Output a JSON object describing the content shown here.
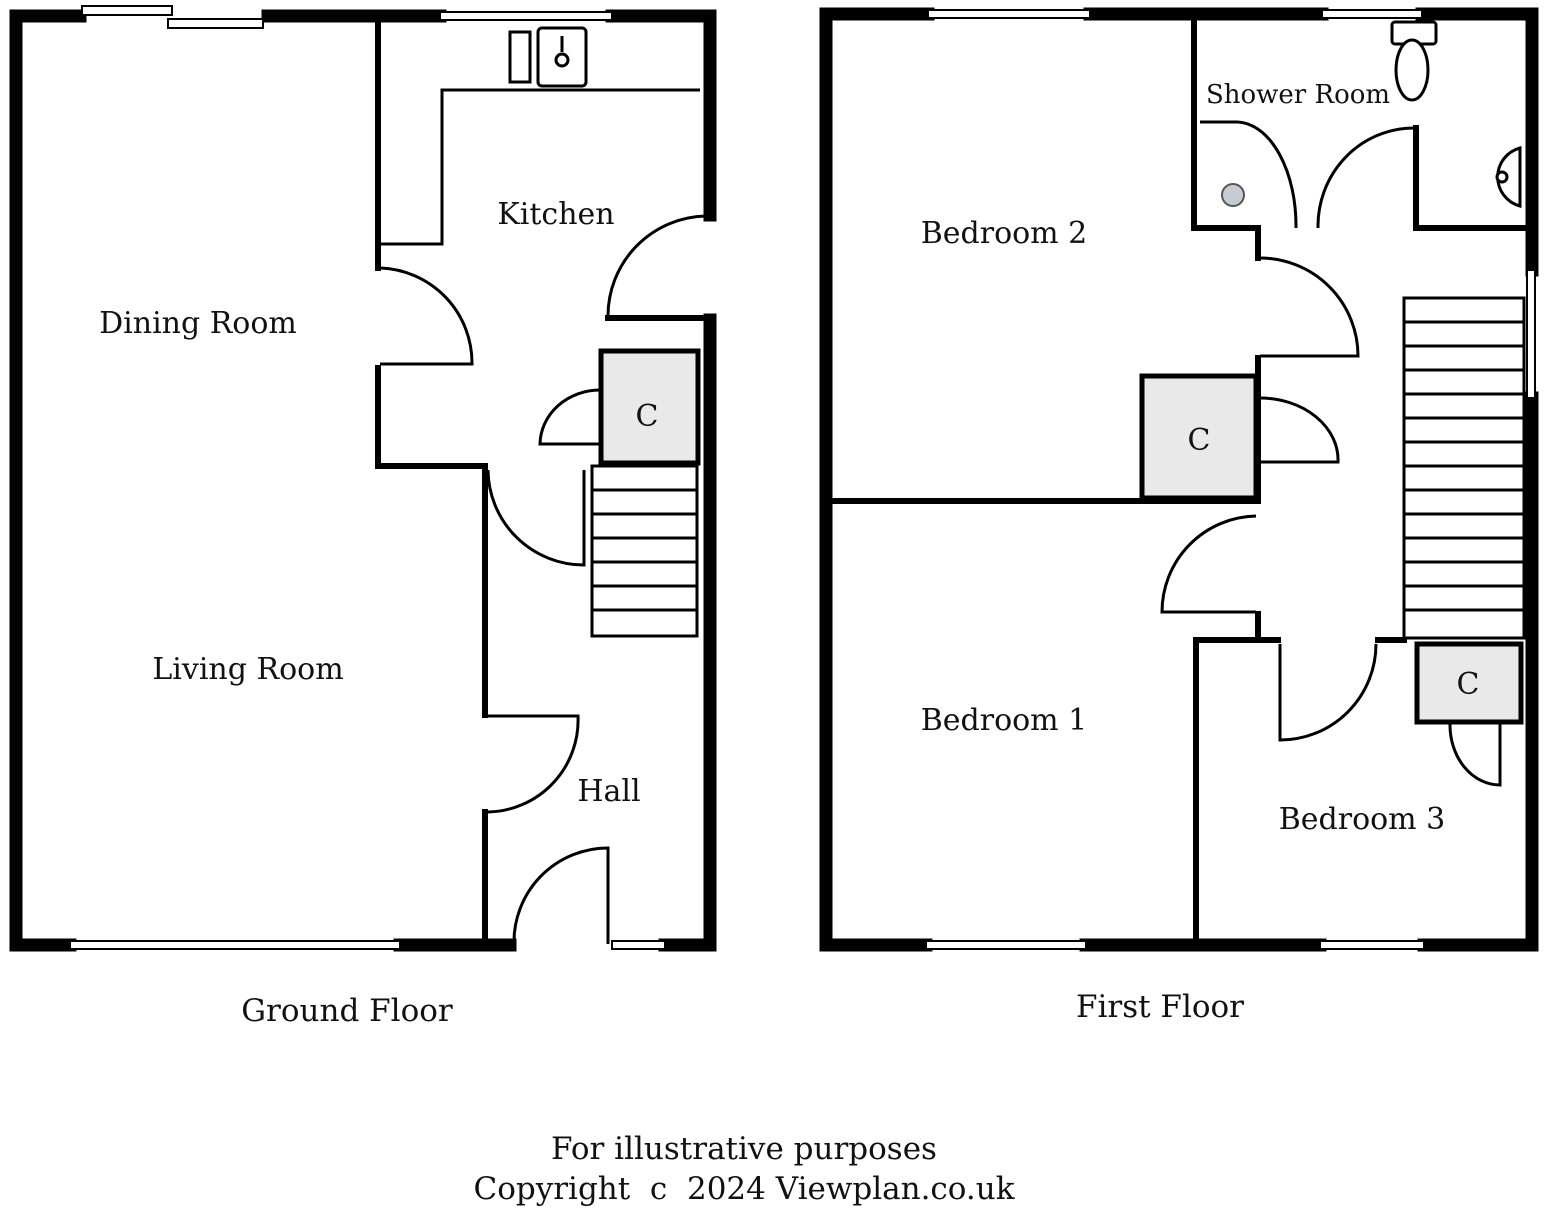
{
  "rooms": {
    "dining_room": "Dining Room",
    "living_room": "Living Room",
    "kitchen": "Kitchen",
    "hall": "Hall",
    "ground_cupboard": "C",
    "bedroom_2": "Bedroom 2",
    "bedroom_1": "Bedroom 1",
    "bedroom_3": "Bedroom 3",
    "shower_room": "Shower Room",
    "first_cupboard_1": "C",
    "first_cupboard_2": "C"
  },
  "floors": {
    "ground": "Ground Floor",
    "first": "First Floor"
  },
  "footer": {
    "line1": "For illustrative purposes",
    "line2": "Copyright  c  2024 Viewplan.co.uk"
  }
}
